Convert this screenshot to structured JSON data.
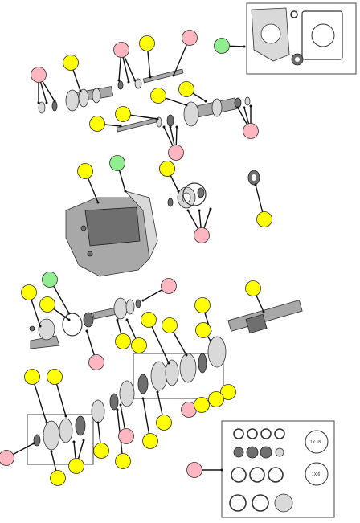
{
  "callout_colors": {
    "yellow": "#ffff00",
    "pink": "#ffb6c1",
    "green": "#90ee90",
    "outline": "#333333"
  },
  "kit_labels": {
    "label_a": "1X 18",
    "label_b": "1X 6"
  },
  "callouts": [
    {
      "color": "green"
    },
    {
      "color": "yellow"
    },
    {
      "color": "pink"
    },
    {
      "color": "yellow"
    },
    {
      "color": "pink"
    },
    {
      "color": "pink"
    },
    {
      "color": "yellow"
    },
    {
      "color": "yellow"
    },
    {
      "color": "yellow"
    },
    {
      "color": "yellow"
    },
    {
      "color": "pink"
    },
    {
      "color": "pink"
    },
    {
      "color": "pink"
    },
    {
      "color": "yellow"
    },
    {
      "color": "green"
    },
    {
      "color": "yellow"
    },
    {
      "color": "pink"
    },
    {
      "color": "yellow"
    },
    {
      "color": "yellow"
    },
    {
      "color": "green"
    },
    {
      "color": "yellow"
    },
    {
      "color": "pink"
    },
    {
      "color": "yellow"
    },
    {
      "color": "yellow"
    },
    {
      "color": "pink"
    },
    {
      "color": "yellow"
    },
    {
      "color": "yellow"
    },
    {
      "color": "yellow"
    },
    {
      "color": "yellow"
    },
    {
      "color": "yellow"
    },
    {
      "color": "yellow"
    },
    {
      "color": "yellow"
    },
    {
      "color": "yellow"
    },
    {
      "color": "pink"
    },
    {
      "color": "yellow"
    },
    {
      "color": "yellow"
    },
    {
      "color": "yellow"
    },
    {
      "color": "yellow"
    },
    {
      "color": "pink"
    },
    {
      "color": "yellow"
    },
    {
      "color": "yellow"
    },
    {
      "color": "yellow"
    },
    {
      "color": "yellow"
    },
    {
      "color": "pink"
    },
    {
      "color": "pink"
    }
  ]
}
